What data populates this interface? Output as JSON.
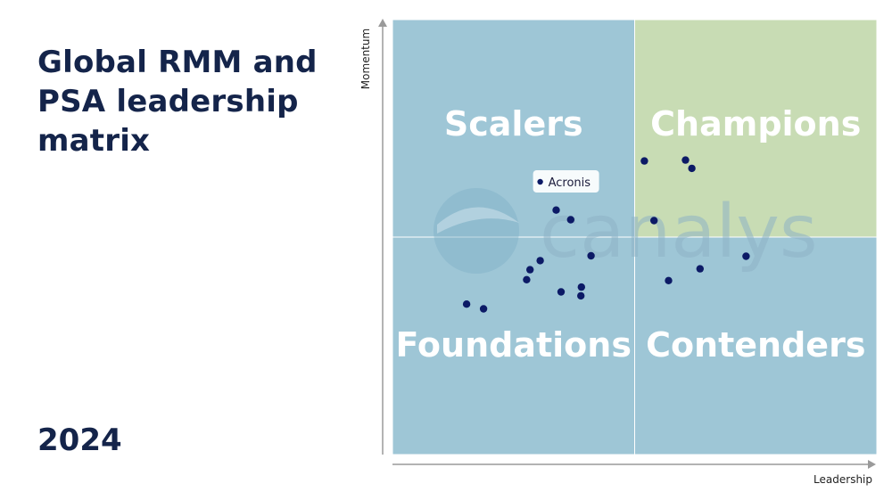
{
  "title": "Global RMM and PSA leadership matrix",
  "year": "2024",
  "watermark": "canalys",
  "colors": {
    "title": "#14244a",
    "quadrant_blue": "#9ec6d6",
    "quadrant_green": "#c8dcb4",
    "point": "#0c1a66"
  },
  "chart_data": {
    "type": "scatter",
    "xlabel": "Leadership",
    "ylabel": "Momentum",
    "xlim": [
      0,
      100
    ],
    "ylim": [
      0,
      100
    ],
    "grid": false,
    "quadrants": [
      {
        "name": "Scalers",
        "position": "top-left",
        "color": "#9ec6d6"
      },
      {
        "name": "Champions",
        "position": "top-right",
        "color": "#c8dcb4"
      },
      {
        "name": "Foundations",
        "position": "bottom-left",
        "color": "#9ec6d6"
      },
      {
        "name": "Contenders",
        "position": "bottom-right",
        "color": "#9ec6d6"
      }
    ],
    "callout": {
      "label": "Acronis",
      "x": 30.5,
      "y": 62.7
    },
    "points": [
      {
        "x": 52.0,
        "y": 67.5
      },
      {
        "x": 60.5,
        "y": 67.7
      },
      {
        "x": 61.8,
        "y": 65.8
      },
      {
        "x": 33.8,
        "y": 56.2
      },
      {
        "x": 36.8,
        "y": 54.0
      },
      {
        "x": 54.0,
        "y": 53.8
      },
      {
        "x": 63.5,
        "y": 42.7
      },
      {
        "x": 73.0,
        "y": 45.6
      },
      {
        "x": 41.0,
        "y": 45.7
      },
      {
        "x": 57.0,
        "y": 40.0
      },
      {
        "x": 30.5,
        "y": 44.6
      },
      {
        "x": 28.4,
        "y": 42.5
      },
      {
        "x": 27.7,
        "y": 40.2
      },
      {
        "x": 39.0,
        "y": 38.5
      },
      {
        "x": 34.8,
        "y": 37.4
      },
      {
        "x": 38.9,
        "y": 36.5
      },
      {
        "x": 15.3,
        "y": 34.6
      },
      {
        "x": 18.8,
        "y": 33.5
      }
    ]
  }
}
